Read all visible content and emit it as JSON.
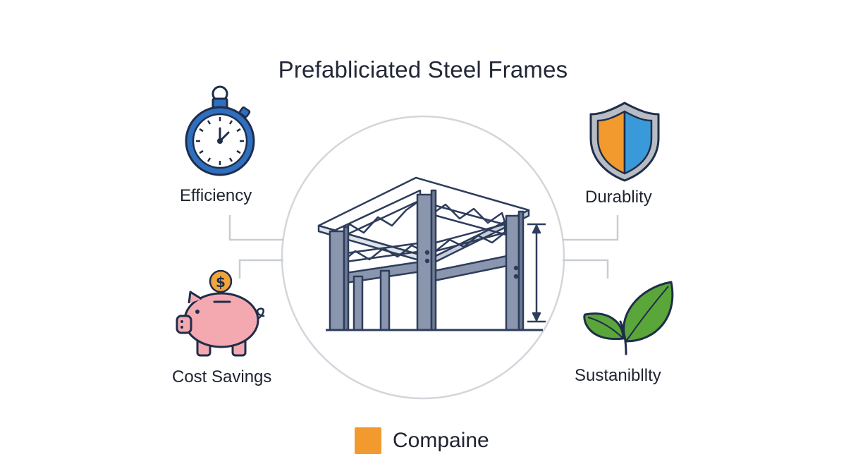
{
  "title": "Prefabliciated Steel Frames",
  "benefits": {
    "efficiency": {
      "label": "Efficiency",
      "icon": "stopwatch-icon"
    },
    "durability": {
      "label": "Durablity",
      "icon": "shield-icon"
    },
    "cost_savings": {
      "label": "Cost Savings",
      "icon": "piggy-bank-icon",
      "coin_symbol": "$"
    },
    "sustainability": {
      "label": "Sustanibllty",
      "icon": "leaf-icon"
    }
  },
  "center": {
    "icon": "steel-frame-icon"
  },
  "legend": {
    "label": "Compaine",
    "color": "#f29a2e"
  },
  "colors": {
    "outline": "#1f2d4a",
    "steel_stroke": "#2e3d5c",
    "steel_fill": "#8a96ad",
    "stopwatch_blue": "#2f6fbf",
    "shield_orange": "#f29a2e",
    "shield_blue": "#3a9ad9",
    "piggy_pink": "#f4a9b0",
    "coin_orange": "#f0a43a",
    "leaf_green": "#5aa63a",
    "connector_gray": "#c9cdd3"
  }
}
